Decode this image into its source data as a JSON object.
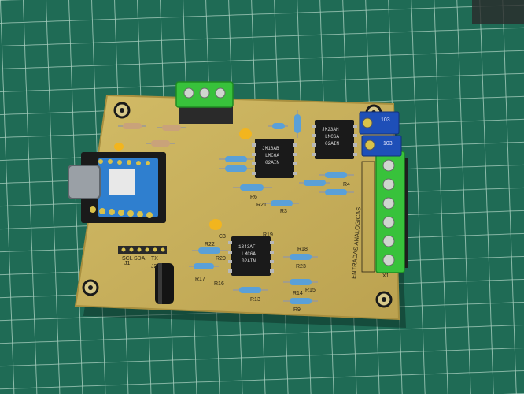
{
  "board": {
    "side_label": "ENTRADAS ANALOGICAS",
    "connector_labels": [
      "J1",
      "J2",
      "X1"
    ],
    "header_pin_labels": [
      "SCL",
      "SDA",
      "TX"
    ],
    "chips": [
      {
        "line1": "JM16AB",
        "line2": "LMC6A",
        "line3": "02AIN"
      },
      {
        "line1": "JM23AH",
        "line2": "LMC6A",
        "line3": "02AIN"
      },
      {
        "line1": "1343AF",
        "line2": "LMC6A",
        "line3": "02AIN"
      }
    ],
    "pot_labels": [
      "103",
      "103"
    ],
    "component_labels": [
      "R6",
      "R21",
      "R3",
      "R4",
      "C3",
      "R22",
      "R20",
      "R19",
      "R18",
      "R23",
      "R17",
      "R16",
      "R15",
      "R14",
      "R13",
      "R9"
    ]
  },
  "colors": {
    "mat": "#1f6b55",
    "mat_grid": "#bfe0d0",
    "pcb": "#c9b25f",
    "pcb_edge": "#a88f3f",
    "terminal_green": "#38c23b",
    "chip": "#1a1a1a",
    "module_blue": "#2f7fcf",
    "pot_blue": "#1e4fb8"
  }
}
